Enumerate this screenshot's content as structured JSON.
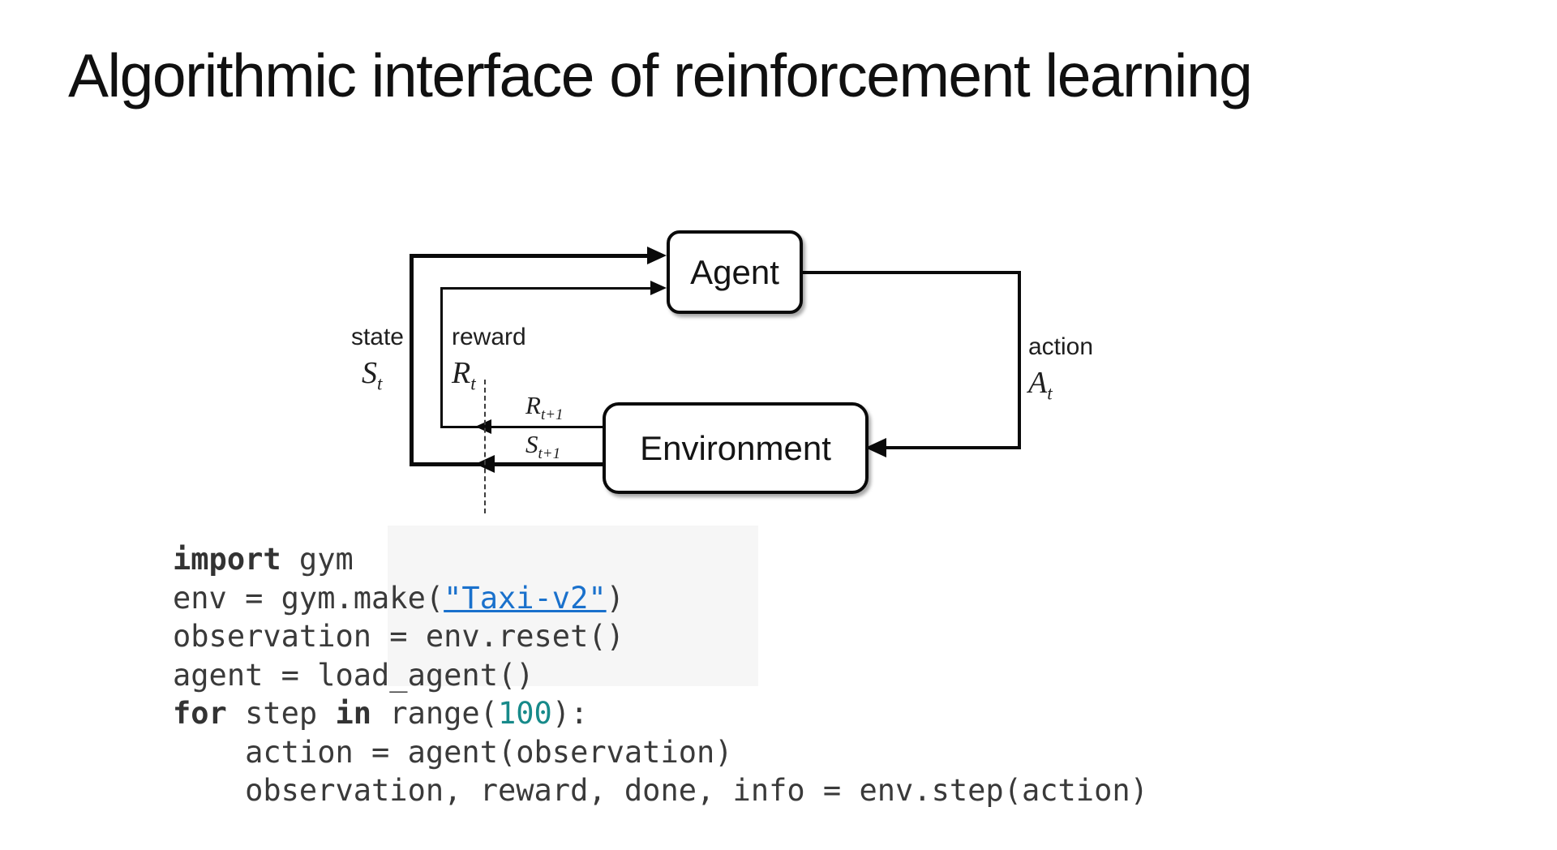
{
  "slide": {
    "title": "Algorithmic interface of reinforcement learning"
  },
  "diagram": {
    "agent_label": "Agent",
    "environment_label": "Environment",
    "state_label": "state",
    "state_symbol": "S",
    "state_sub": "t",
    "reward_label": "reward",
    "reward_symbol": "R",
    "reward_sub": "t",
    "action_label": "action",
    "action_symbol": "A",
    "action_sub": "t",
    "next_reward_symbol": "R",
    "next_reward_sub": "t+1",
    "next_state_symbol": "S",
    "next_state_sub": "t+1"
  },
  "code": {
    "lines": [
      [
        {
          "t": "import",
          "c": "kw"
        },
        {
          "t": " gym"
        }
      ],
      [
        {
          "t": "env = gym.make("
        },
        {
          "t": "\"Taxi-v2\"",
          "c": "link"
        },
        {
          "t": ")"
        }
      ],
      [
        {
          "t": "observation = env.reset()"
        }
      ],
      [
        {
          "t": "agent = load_agent()"
        }
      ],
      [
        {
          "t": "for",
          "c": "kw"
        },
        {
          "t": " step "
        },
        {
          "t": "in",
          "c": "kw"
        },
        {
          "t": " range("
        },
        {
          "t": "100",
          "c": "num"
        },
        {
          "t": "):"
        }
      ],
      [
        {
          "t": "    action = agent(observation)"
        }
      ],
      [
        {
          "t": "    observation, reward, done, info = env.step(action)"
        }
      ]
    ]
  },
  "colors": {
    "link_blue": "#1a71cc",
    "number_teal": "#178a8a",
    "line_black": "#0a0a0a"
  }
}
